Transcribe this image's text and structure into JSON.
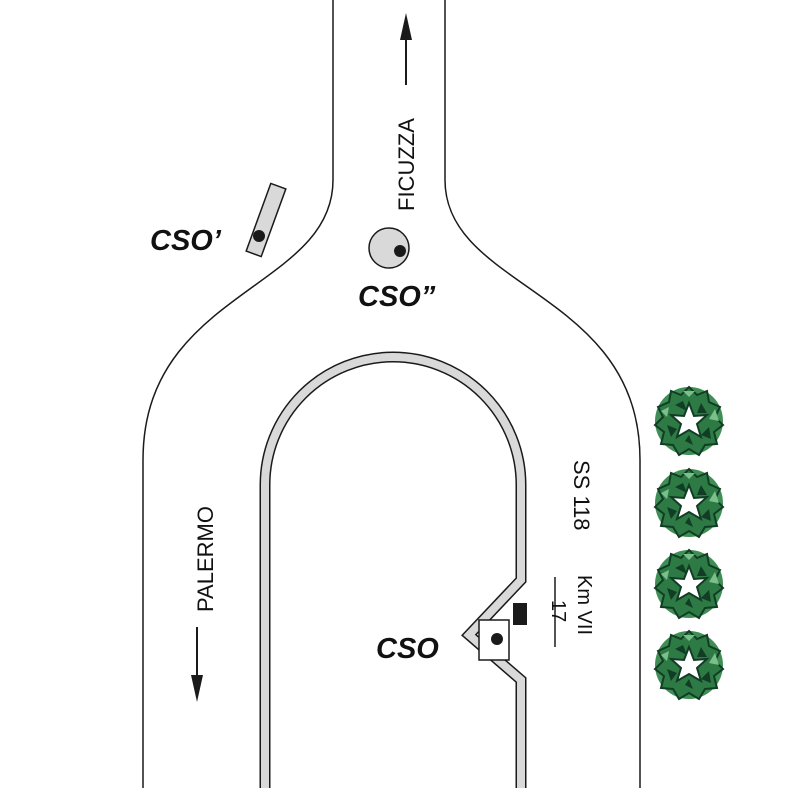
{
  "road_labels": {
    "north": "FICUZZA",
    "west": "PALERMO",
    "road_name": "SS 118",
    "km_top": "Km VII",
    "km_bottom": "17"
  },
  "stations": {
    "main": "CSO",
    "secondary": "CSO’",
    "tertiary": "CSO”"
  },
  "colors": {
    "line": "#1a1a1a",
    "fill_gray": "#d9d9d9",
    "shrub_light": "#3f8f55",
    "shrub_dark": "#123d25"
  },
  "icons": [
    "north-arrow-icon",
    "south-arrow-icon",
    "shrub-icon",
    "marker-dot-icon",
    "km-marker-icon"
  ]
}
